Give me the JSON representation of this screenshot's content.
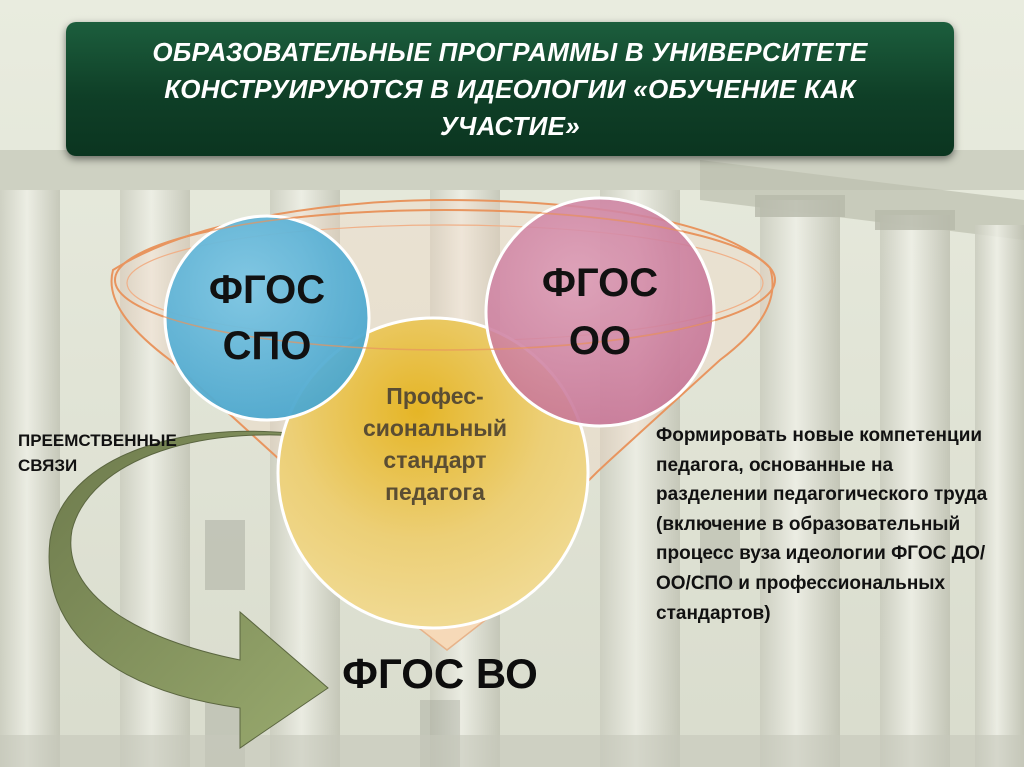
{
  "title": "ОБРАЗОВАТЕЛЬНЫЕ ПРОГРАММЫ В УНИВЕРСИТЕТЕ КОНСТРУИРУЮТСЯ В ИДЕОЛОГИИ «ОБУЧЕНИЕ КАК УЧАСТИЕ»",
  "circles": {
    "spo": {
      "line1": "ФГОС",
      "line2": "СПО"
    },
    "oo": {
      "line1": "ФГОС",
      "line2": "ОО"
    },
    "standard": {
      "line1": "Профес-",
      "line2": "сиональный",
      "line3": "стандарт",
      "line4": "педагога"
    }
  },
  "left_note": "ПРЕЕМСТВЕННЫЕ СВЯЗИ",
  "right_note": "Формировать новые компетенции педагога, основанные на разделении педагогического труда (включение в образовательный процесс вуза идеологии ФГОС ДО/ОО/СПО и профессиональных стандартов)",
  "result": "ФГОС ВО",
  "colors": {
    "title_bg": "#15502f",
    "spo": "#5bb3d6",
    "oo": "#cf82a3",
    "standard": "#e8c45a",
    "arrow": "#7f8f5c",
    "funnel": "#f0a070"
  }
}
